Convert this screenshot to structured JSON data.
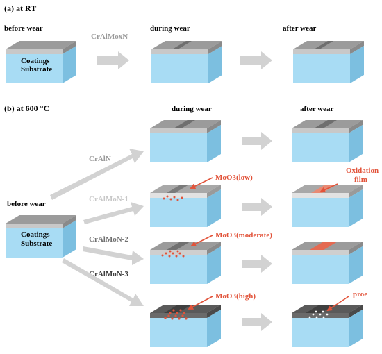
{
  "section_a": {
    "heading": "(a) at RT",
    "before_wear": "before wear",
    "coatings_label": "Coatings",
    "substrate_label": "Substrate",
    "material": "CrAlMoxN",
    "during_wear": "during wear",
    "after_wear": "after wear"
  },
  "section_b": {
    "heading": "(b) at 600 °C",
    "during_wear": "during wear",
    "after_wear": "after wear",
    "before_wear": "before wear",
    "coatings_label": "Coatings",
    "substrate_label": "Substrate",
    "materials": [
      "CrAlN",
      "CrAlMoN-1",
      "CrAlMoN-2",
      "CrAlMoN-3"
    ],
    "annotations": {
      "moo3_low": "MoO3(low)",
      "moo3_moderate": "MoO3(moderate)",
      "moo3_high": "MoO3(high)",
      "oxidation_film_line1": "Oxidation",
      "oxidation_film_line2": "film",
      "pore": "proe"
    }
  },
  "colors": {
    "coating_top": "#9b9b9b",
    "coating_front": "#c8c8c8",
    "substrate_front": "#a8dcf4",
    "substrate_side": "#7cbfe0",
    "arrow": "#d2d2d2",
    "accent_red": "#e2533a",
    "label_gray": "#9a9a9a",
    "dark_coating": "#5a5a5a"
  }
}
